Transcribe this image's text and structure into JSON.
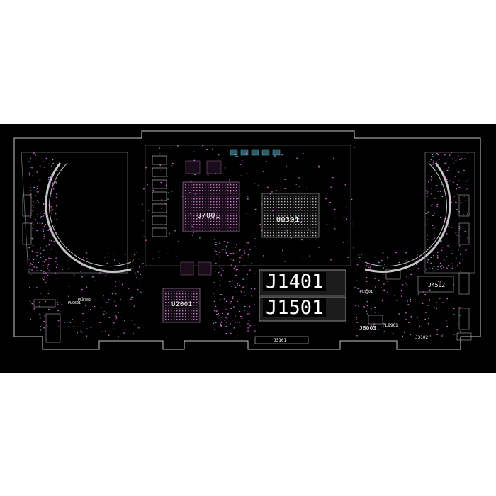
{
  "labels": {
    "u7001": "U7001",
    "u0301": "U0301",
    "j1401": "J1401",
    "j1501": "J1501",
    "u2001": "U2001",
    "j4502": "J4502",
    "j6003": "J6003",
    "j3101": "J3101",
    "j3102": "J3102",
    "pl8901": "PL8901",
    "pl8702": "PL8702",
    "pl9601": "PL9601",
    "pl9501": "PL9501"
  },
  "colors": {
    "background": "#000000",
    "outline": "#c8c8c8",
    "text": "#ffffff",
    "traces": "#d86bd6",
    "accent": "#4fb6c6"
  }
}
